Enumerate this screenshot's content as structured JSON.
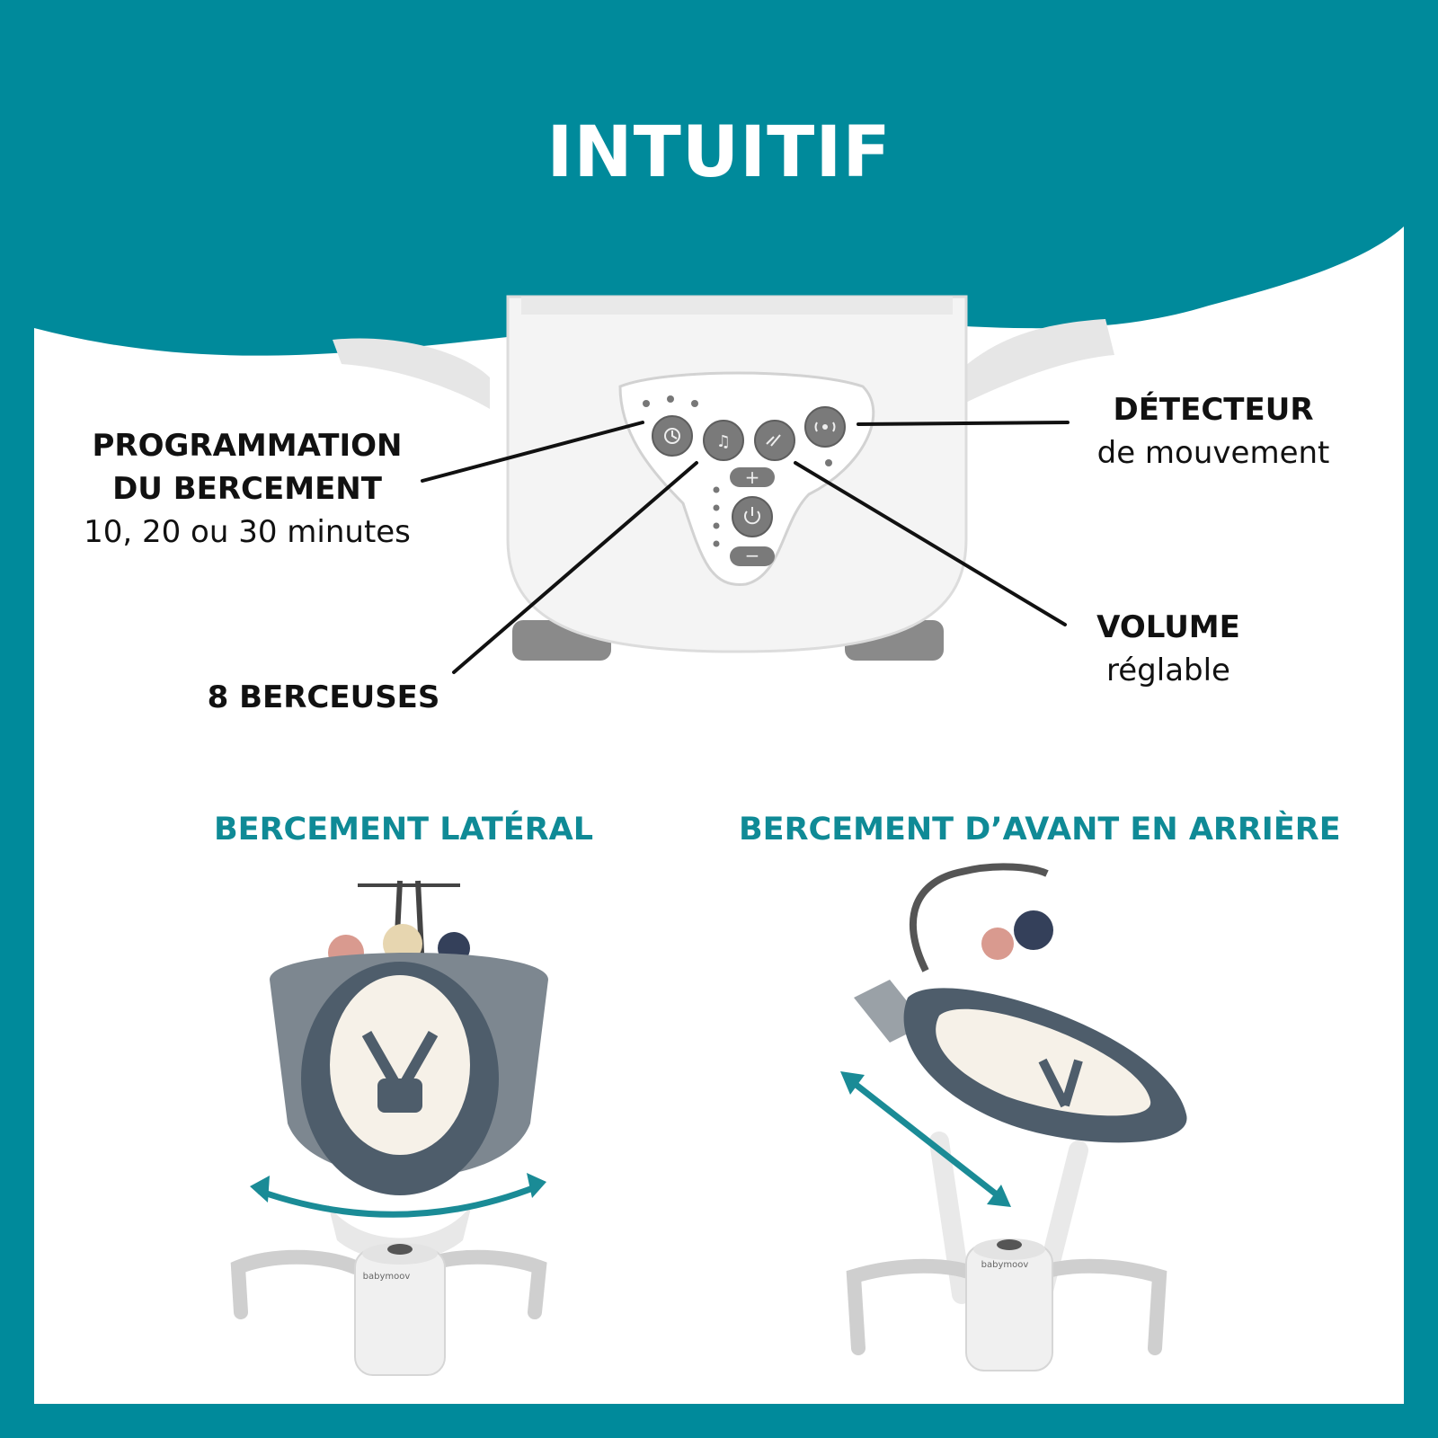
{
  "title": "INTUITIF",
  "callouts": {
    "programmation": {
      "line1": "PROGRAMMATION",
      "line2": "DU BERCEMENT",
      "detail": "10, 20 ou 30 minutes"
    },
    "berceuses": {
      "label": "8 BERCEUSES"
    },
    "detecteur": {
      "label": "DÉTECTEUR",
      "detail": "de mouvement"
    },
    "volume": {
      "label": "VOLUME",
      "detail": "réglable"
    }
  },
  "sections": {
    "lateral": {
      "label": "BERCEMENT LATÉRAL"
    },
    "avant_arriere": {
      "label": "BERCEMENT D’AVANT EN ARRIÈRE"
    }
  },
  "brand_text": "babymoov",
  "colors": {
    "teal": "#008a9b",
    "subtitle": "#0f8a96",
    "white": "#ffffff",
    "button": "#7a7a7a"
  },
  "icons": [
    "timer-icon",
    "music-note-icon",
    "volume-icon",
    "motion-sensor-icon",
    "plus-icon",
    "power-icon",
    "minus-icon"
  ]
}
